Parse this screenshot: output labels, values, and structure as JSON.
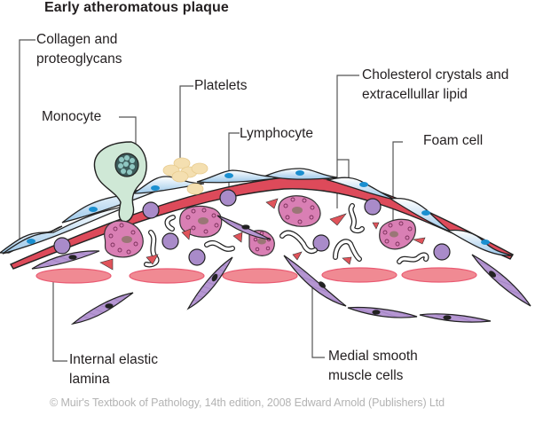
{
  "title": "Early atheromatous plaque",
  "labels": {
    "collagen": [
      "Collagen and",
      "proteoglycans"
    ],
    "platelets": "Platelets",
    "monocyte": "Monocyte",
    "lymphocyte": "Lymphocyte",
    "cholesterol": [
      "Cholesterol crystals and",
      "extracellullar lipid"
    ],
    "foam_cell": "Foam cell",
    "internal_elastic": [
      "Internal elastic",
      "lamina"
    ],
    "medial_smooth": [
      "Medial smooth",
      "muscle cells"
    ]
  },
  "copyright": "© Muir's Textbook of Pathology, 14th edition, 2008 Edward Arnold (Publishers) Ltd",
  "colors": {
    "endothelium_fill": "#bcd9ef",
    "endothelium_nucleus": "#1a8fd0",
    "elastic_layer": "#dd4a5a",
    "foam_cell": "#d97fb4",
    "foam_nucleus": "#9a7676",
    "lymphocyte": "#a98bc9",
    "smooth_muscle": "#b596d2",
    "platelet": "#f4dfb0",
    "monocyte": "#cfe8d6",
    "lamina_ellipse": "#f08a93",
    "cholesterol_crystal": "#e0535a",
    "text": "#231f20",
    "copyright_text": "#b3b3b3"
  }
}
